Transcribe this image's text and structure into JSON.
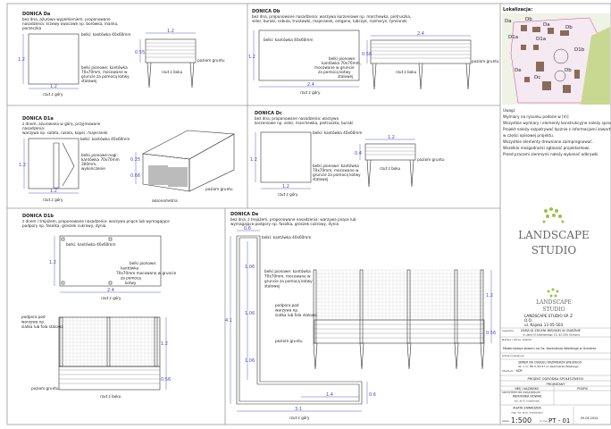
{
  "da": {
    "title": "DONICA Da",
    "desc": [
      "bez dna, ażurowa wypełnieniem, proponowane",
      "nasadzenia: krzewy owocowe np. borówka, malina,",
      "porzeczka"
    ],
    "beam": "belki: kantówka 40x60mm",
    "posts": [
      "belki pionowe: kantówka",
      "70x70mm, mocowane w",
      "gruncie za pomocą kotwy",
      "stalowej"
    ],
    "dim_w": "1.2",
    "dim_h": "1.2",
    "dim_side_w": "1.2",
    "dim_side_h": "0.55",
    "ground": "poziom gruntu",
    "top": "rzut z góry",
    "side": "rzut z boku"
  },
  "db": {
    "title": "DONICA Db",
    "desc": [
      "bez dna, proponowane nasadzenia: warzywa korzeniowe np. marchewka, pietruszka,",
      "seler, buraki, cebula, truskawki, majeranek, oregano, lubczyk, rozmaryn, tymianek"
    ],
    "beam": "belki: kantówka 40x60mm",
    "posts": [
      "belki pionowe:",
      "kantówka 70x70mm,",
      "mocowane w gruncie",
      "za pomocą kotwy",
      "stalowej"
    ],
    "dim_w": "2.4",
    "dim_h": "1.2",
    "dim_side_w": "2.4",
    "dim_side_h": "0.58",
    "ground": "poziom gruntu",
    "top": "rzut z góry",
    "side": "rzut z boku"
  },
  "d1a": {
    "title": "DONICA D1a",
    "desc": [
      "z dnem, ażurowana w górę, przyjmowane",
      "nasadzenia:",
      "warzywa np. sałata, rukola, koper, majeranek"
    ],
    "beam": "belki: kantówka 40x60mm",
    "posts": [
      "belki pionowe-nogi:",
      "kantówka 70x70mm",
      "300mm,",
      "wykończenie"
    ],
    "dim_w": "1.2",
    "dim_h": "1.2",
    "dim_h1": "0.25",
    "dim_h2": "0.66",
    "ground": "poziom gruntu",
    "top": "rzut z góry",
    "iso": "aksonometria"
  },
  "dc": {
    "title": "DONICA Dc",
    "desc": [
      "bez dna, proponowane nasadzenia: warzywa",
      "korzeniowe np. seler, marchewka, pietruszka, buraki"
    ],
    "beam": "belki: kantówka 40x60mm",
    "posts": [
      "belki pionowe: kantówka",
      "70x70mm, mocowane w",
      "gruncie za pomocą kotwy",
      "stalowej"
    ],
    "dim_w": "1.2",
    "dim_h": "1.2",
    "dim_side_w": "1.2",
    "dim_side_h": "0.4",
    "ground": "poziom gruntu",
    "top": "rzut z góry",
    "side": "rzut z boku"
  },
  "d1b": {
    "title": "DONICA D1b",
    "desc": [
      "z dnem i trejażem, proponowane nasadzenia: warzywa pnące lub wymagające",
      "podpory np. fasolka, groszek cukrowy, dynia"
    ],
    "beam": "belki: kantówka 40x60mm",
    "posts": [
      "belki pionowe:",
      "kantówka",
      "70x70mm mocowane w gruncie",
      "za pomocą",
      "kotwy"
    ],
    "support": [
      "podpora pod",
      "warzywa np.",
      "siatka lub fola stalowa"
    ],
    "dim_w": "2.4",
    "dim_h": "1.2",
    "dim_trellis": "1.2",
    "dim_box": "0.56",
    "ground": "poziom gruntu",
    "top": "rzut z góry",
    "side": "rzut z boku"
  },
  "de": {
    "title": "DONICA De",
    "desc": [
      "bez dna, z trejażem, proponowane nasadzenia: warzywa pnące lub",
      "wymagające podpory np. fasolka, groszek cukrowy, dynia"
    ],
    "beam": "belki: kantówka 40x60mm",
    "posts": [
      "belki pionowe: kantówka",
      "70x70mm, mocowane w",
      "gruncie za pomocą kotwy",
      "stalowej"
    ],
    "support": [
      "podpora pod",
      "warzywa np.",
      "siatka lub fola stalowa"
    ],
    "dim_top": "0.6",
    "dim_total": "4.1",
    "dim_seg": [
      "1.06",
      "1.06",
      "1.06"
    ],
    "dim_bottom": "3.1",
    "dim_inner": "1.4",
    "dim_leg": "0.6",
    "dim_trellis": "1.2",
    "dim_box": "0.56",
    "ground": "poziom gruntu",
    "top": "rzut z góry"
  },
  "legend": {
    "loc_title": "Lokalizacja:",
    "map_labels": [
      "Da",
      "Db",
      "Da",
      "Db",
      "D1a",
      "D1a",
      "D1b",
      "De",
      "Dc",
      "Db"
    ],
    "notes_title": "Uwagi:",
    "notes": [
      "Wymiary na rysunku podane w [m]",
      "Wszystkie wymiary i elementy konstrukcyjne należy sprawdzić na miejscu.",
      "Projekt należy rozpatrywać łącznie z informacjami zawartymi",
      "w części opisowej projektu.",
      "Wszystkie elementy drewniane zaimpregnować.",
      "Wszelkie niezgodności zgłaszać projektantowi.",
      "Przed pracami ziemnymi należy wykonać odkrywki."
    ]
  },
  "titleblock": {
    "logo_line1": "LANDSCAPE",
    "logo_line2": "STUDIO",
    "company": [
      "LANDSCAPE STUDIO SP. Z",
      "O.O.",
      "ul. Kajaka 13 05-503"
    ],
    "investor_label": "Inwestor:",
    "investor": [
      "ZARZĄD ZIELENI MIEJSKIEJ W GNIEŹNIE",
      "ul. Jana III Sobieskiego 15, 62-200 Gniezno"
    ],
    "object_label": "Nazwa i adres obiektu:",
    "object": "Modernizacja skweru na Os. Kazimierza Wielkiego w Gnieźnie",
    "address_label": "Adres inwestycji:",
    "address": [
      "SKWER NA OSIEDLU KAZIMIERZA WIELKIEGO",
      "dz. o nr. 86.3, 64.97 ul. Kazimierza Wielkiego"
    ],
    "stage_label": "Stadium:",
    "stage": "KDP",
    "drawing": "PROJEKT OGRÓDKA SPOŁECZNEGO",
    "role": "PROJEKTANT",
    "name_header": "IMIĘ I NAZWISKO",
    "sign_header": "PODPIS",
    "dept": "ARCHITEKTURA KRAJOBRAZU",
    "person1": [
      "WERONIKA NOWAK",
      "inż. arch. krajobrazu"
    ],
    "person2": [
      "AGATA ZAWADZKA",
      "mgr inż. arch. krajobrazu"
    ],
    "scale_label": "skala",
    "scale": "1:500",
    "sheet_label": "nr rys.",
    "sheet": "PT - 01",
    "date": "09.04.2024"
  }
}
